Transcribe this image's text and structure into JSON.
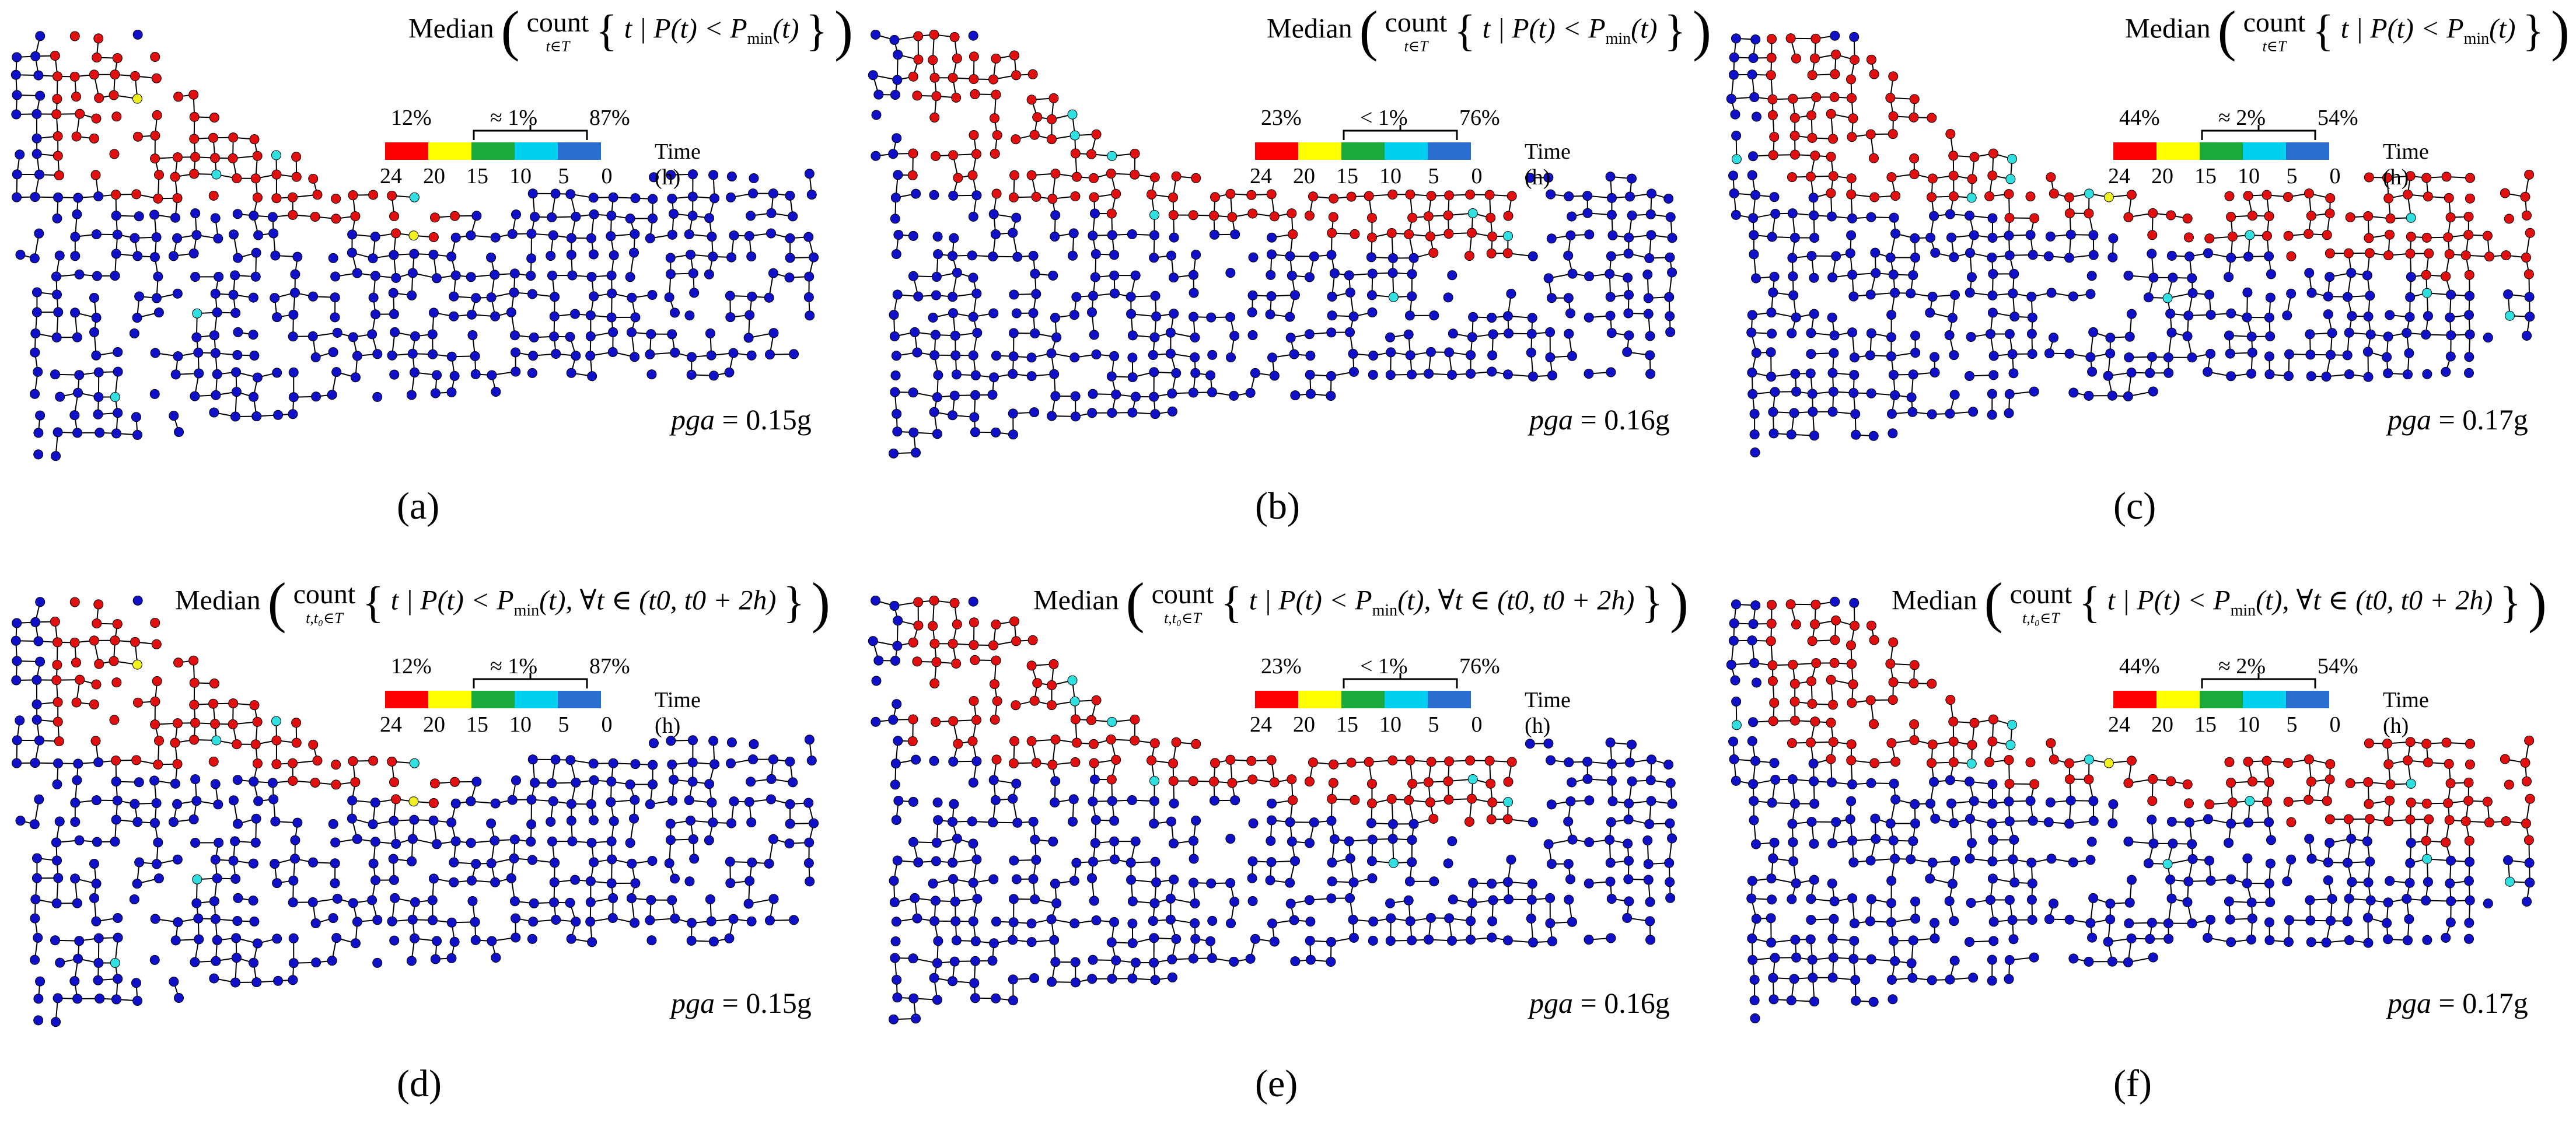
{
  "legend_colors": [
    "#ff0000",
    "#ffff00",
    "#1aaa3c",
    "#00d0f0",
    "#2a6fd0"
  ],
  "node_colors": {
    "blue": "#1010c8",
    "red": "#e01010",
    "cyan": "#30e0e0",
    "yellow": "#f0f020",
    "green": "#30c030"
  },
  "panels": [
    {
      "id": "a",
      "caption": "(a)",
      "formula_type": "A",
      "pct_red": "12%",
      "pct_mid": "≈ 1%",
      "pct_blue": "87%",
      "pga_value": "= 0.15g",
      "pga_var": "pga"
    },
    {
      "id": "b",
      "caption": "(b)",
      "formula_type": "A",
      "pct_red": "23%",
      "pct_mid": "< 1%",
      "pct_blue": "76%",
      "pga_value": "= 0.16g",
      "pga_var": "pga"
    },
    {
      "id": "c",
      "caption": "(c)",
      "formula_type": "A",
      "pct_red": "44%",
      "pct_mid": "≈ 2%",
      "pct_blue": "54%",
      "pga_value": "= 0.17g",
      "pga_var": "pga"
    },
    {
      "id": "d",
      "caption": "(d)",
      "formula_type": "B",
      "pct_red": "12%",
      "pct_mid": "≈ 1%",
      "pct_blue": "87%",
      "pga_value": "= 0.15g",
      "pga_var": "pga"
    },
    {
      "id": "e",
      "caption": "(e)",
      "formula_type": "B",
      "pct_red": "23%",
      "pct_mid": "< 1%",
      "pct_blue": "76%",
      "pga_value": "= 0.16g",
      "pga_var": "pga"
    },
    {
      "id": "f",
      "caption": "(f)",
      "formula_type": "B",
      "pct_red": "44%",
      "pct_mid": "≈ 2%",
      "pct_blue": "54%",
      "pga_value": "= 0.17g",
      "pga_var": "pga"
    }
  ],
  "formula": {
    "median": "Median",
    "count": "count",
    "sub_A": "t∈T",
    "sub_B": "t,t₀∈T",
    "body_A_1": "t | P(t) < P",
    "body_A_min": "min",
    "body_A_2": "(t)",
    "body_B_2": "(t), ∀t ∈ (t",
    "body_B_3": ", t",
    "body_B_4": " + 2h)",
    "sub_zero": "0"
  },
  "legend": {
    "time_label": "Time (h)",
    "ticks": [
      "24",
      "20",
      "15",
      "10",
      "5",
      "0"
    ]
  }
}
